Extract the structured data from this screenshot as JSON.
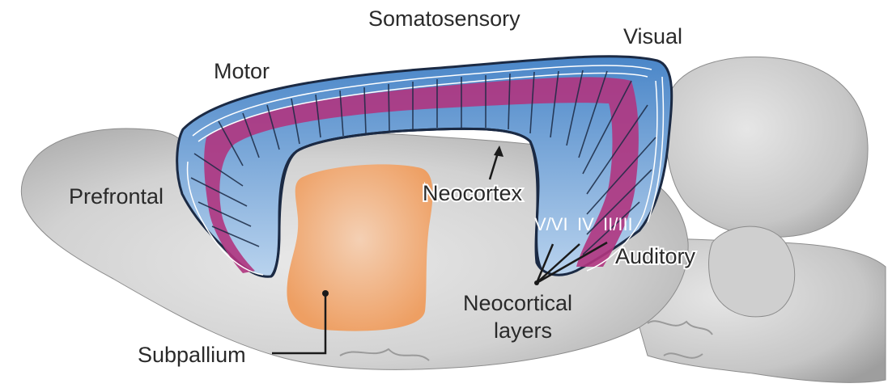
{
  "labels": {
    "somatosensory": "Somatosensory",
    "visual": "Visual",
    "motor": "Motor",
    "prefrontal": "Prefrontal",
    "neocortex": "Neocortex",
    "layer_vvi": "V/VI",
    "layer_iv": "IV",
    "layer_iiiii": "II/III",
    "auditory": "Auditory",
    "neocortical_layers_line1": "Neocortical",
    "neocortical_layers_line2": "layers",
    "subpallium": "Subpallium"
  },
  "colors": {
    "brain": "#d4d4d4",
    "cortex_outer": "#3f7fc4",
    "cortex_inner": "#cfe0f2",
    "layer_iv": "#b0357f",
    "subpallium": "#eea56e"
  }
}
